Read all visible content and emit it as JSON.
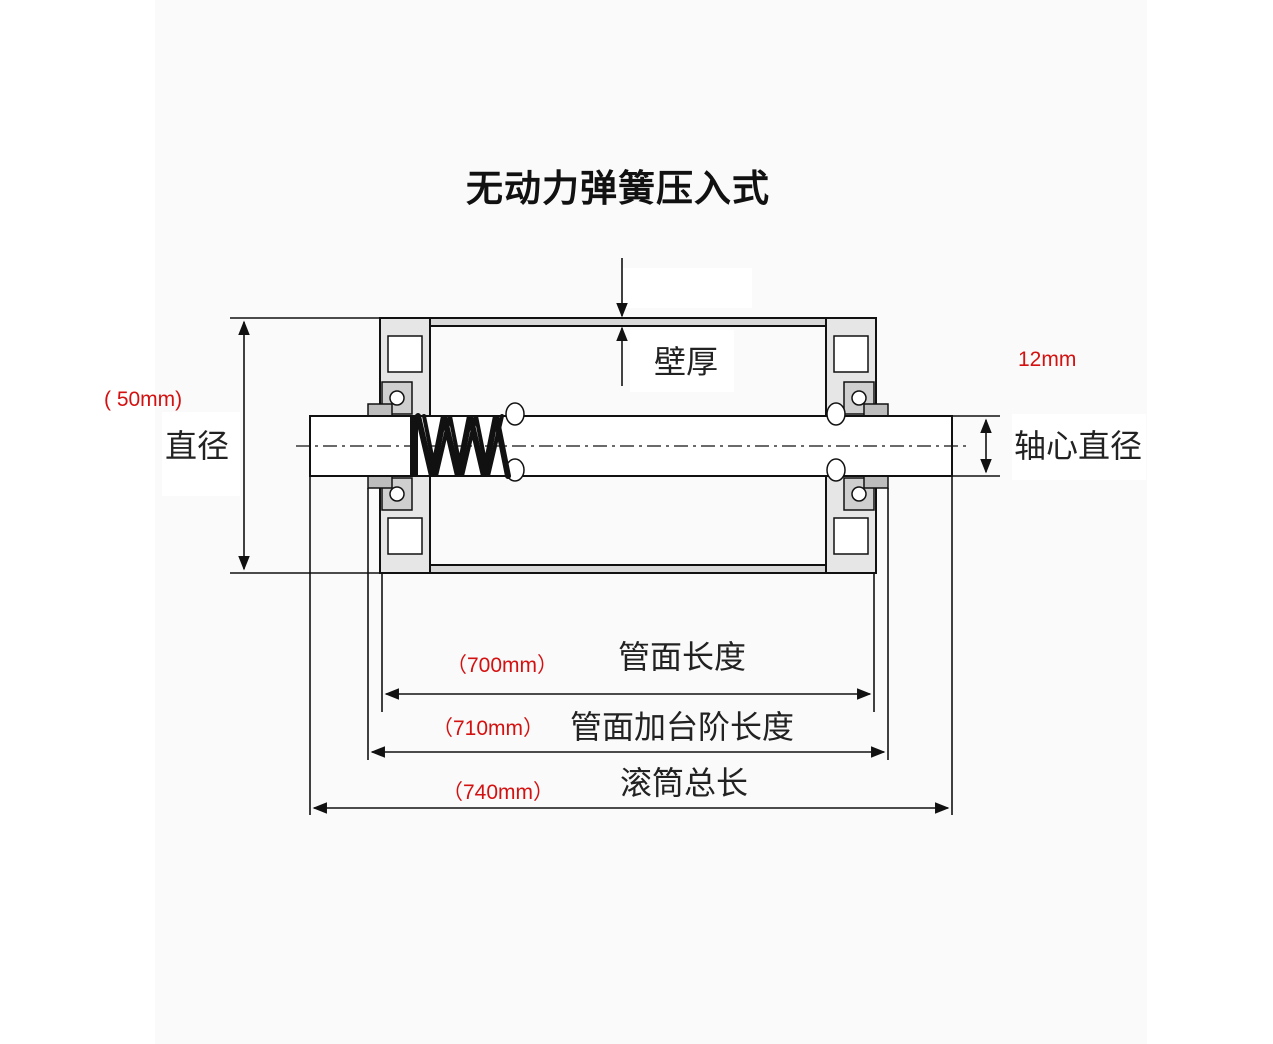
{
  "title": "无动力弹簧压入式",
  "labels": {
    "wall_thickness": "壁厚",
    "diameter": "直径",
    "shaft_diameter": "轴心直径",
    "tube_length": "管面长度",
    "tube_step_length": "管面加台阶长度",
    "roller_total_length": "滚筒总长"
  },
  "values": {
    "shaft_diameter": "12mm",
    "diameter": "( 50mm)",
    "tube_length": "（700mm）",
    "tube_step_length": "（710mm）",
    "roller_total_length": "（740mm）"
  },
  "colors": {
    "line": "#111111",
    "value_text": "#d41111",
    "tube_fill": "#d8d8d8",
    "spring": "#111111"
  }
}
